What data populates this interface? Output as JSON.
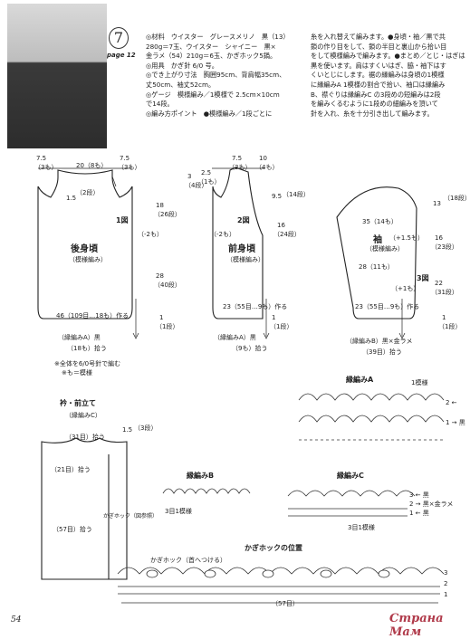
{
  "header": {
    "number": "7",
    "page_ref": "page 12"
  },
  "materials": [
    "◎材料　ウイスター　グレースメリノ　黒（13）",
    "280g＝7玉、ウイスター　シャイニー　黒×",
    "金ラメ（54）210g＝6玉、かぎホック5鍋。",
    "◎用具　かぎ針 6/0 号。",
    "◎でき上がり寸法　胸囲95cm、背肩幅35cm、",
    "丈50cm、袖丈52cm。",
    "◎ゲージ　模様編み／1模様で 2.5cm×10cm",
    "で14段。",
    "◎編み方ポイント　●模様編み／1段ごとに"
  ],
  "instructions": [
    "糸を入れ替えて編みます。●身頃・袖／黒で共",
    "鎖の作り目をして、鎖の半目と裏山から拾い目",
    "をして模様編みで編みます。●まとめ／とじ・はぎは",
    "黒を使います。肩はすくいはぎ、脇・袖下はす",
    "くいとじにします。裾の縁編みは身頃の1模様",
    "に縁編みA 1模様の割合で拾い、袖口は縁編み",
    "B、襟ぐりは縁編みC の3段めの短編みは2段",
    "を編みくるむように1段めの細編みを頂いて",
    "針を入れ、糸を十分引き出して編みます。"
  ],
  "back": {
    "figure": "1図",
    "title": "後身頃",
    "pattern": "（模様編み）",
    "top_left": "7.5",
    "top_left_sts": "（3も）",
    "top_mid": "20（8も）",
    "top_right": "7.5",
    "top_right_sts": "（3も）",
    "neck": "1.5",
    "neck_rows": "（2段）",
    "armhole": "18",
    "armhole_rows": "（26段）",
    "body": "28",
    "body_rows": "（40段）",
    "hem": "1",
    "hem_rows": "（1段）",
    "dec": "（-2も）",
    "chain": "46（109目…18も）作る",
    "edging": "（縁編みA）黒",
    "pickup": "（18も）拾う",
    "note1": "※全体を6/0号針で編む",
    "note2": "※も＝模様"
  },
  "front": {
    "figure": "2図",
    "title": "前身頃",
    "pattern": "（模様編み）",
    "top_a": "7.5",
    "top_a_sts": "（3も）",
    "top_b": "10",
    "top_b_sts": "（4も）",
    "top_c": "2.5",
    "top_c_sts": "（1も）",
    "shoulder": "3",
    "shoulder_rows": "（4段）",
    "neck": "9.5",
    "neck_rows": "（14段）",
    "side": "16",
    "side_rows": "（24段）",
    "hem": "1",
    "hem_rows": "（1段）",
    "dec": "（-2も）",
    "chain": "23（55目…9も）作る",
    "edging": "（縁編みA）黒",
    "pickup": "（9も）拾う"
  },
  "sleeve": {
    "figure": "3図",
    "title": "袖",
    "pattern": "（模様編み）",
    "top": "35（14も）",
    "cap": "13",
    "cap_rows": "（18段）",
    "upper": "16",
    "upper_rows": "（23段）",
    "lower": "22",
    "lower_rows": "（31段）",
    "cuff": "1",
    "cuff_rows": "（1段）",
    "inc1": "（+1.5も）",
    "mid": "28（11も）",
    "inc2": "（+1も）",
    "chain": "23（55目…9も）作る",
    "edging": "（縁編みB）黒×金ラメ",
    "pickup": "（39目）拾う"
  },
  "collar": {
    "title": "衿・前立て",
    "pattern": "（縁編みC）",
    "top": "1.5",
    "top_rows": "（3段）",
    "neck_pick": "（31目）拾う",
    "side_pick": "（21目）拾う",
    "front_pick": "（57目）拾う",
    "hook_label": "かぎホック（図参照）"
  },
  "edging_a": {
    "title": "縁編みA",
    "unit": "1模様",
    "rows": [
      "2 ←",
      "1 → 黒"
    ]
  },
  "edging_b": {
    "title": "縁編みB",
    "unit": "3目1模様"
  },
  "edging_c": {
    "title": "縁編みC",
    "unit": "3目1模様",
    "rows": [
      "3 ← 黒",
      "2 → 黒×金ラメ",
      "1 ← 黒"
    ]
  },
  "hooks": {
    "title": "かぎホックの位置",
    "label": "かぎホック（首へつける）",
    "rows": [
      "3",
      "2",
      "1"
    ],
    "count": "（57目）"
  },
  "footer": {
    "page_number": "54"
  },
  "watermark": {
    "text": "Страна Мам"
  }
}
